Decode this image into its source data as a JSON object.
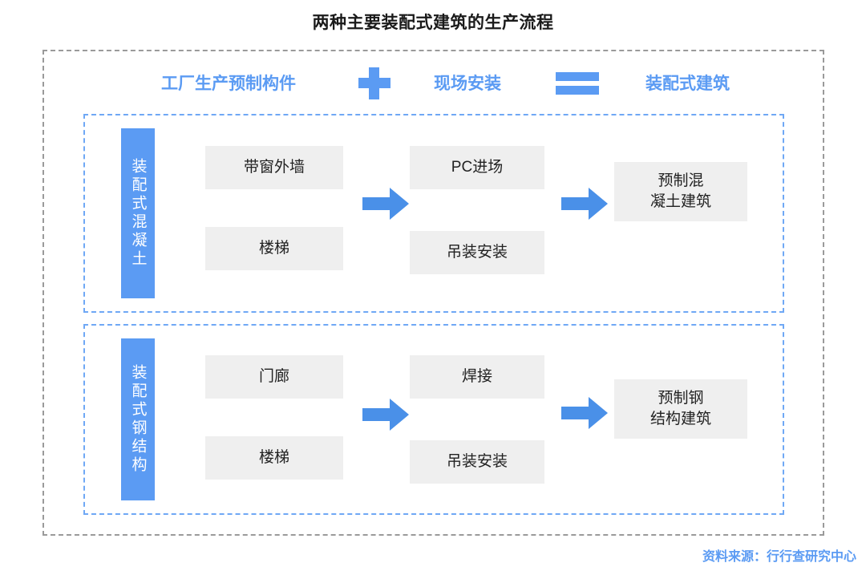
{
  "title": "两种主要装配式建筑的生产流程",
  "header": {
    "factory": "工厂生产预制构件",
    "plus_symbol": "plus-sign",
    "onsite": "现场安装",
    "equals_symbol": "equals-sign",
    "result": "装配式建筑"
  },
  "rows": [
    {
      "label": "装配式混凝土",
      "stage1": [
        "带窗外墙",
        "楼梯"
      ],
      "stage2": [
        "PC进场",
        "吊装安装"
      ],
      "outcome": "预制混\n凝土建筑",
      "outcome_line1": "预制混",
      "outcome_line2": "凝土建筑"
    },
    {
      "label": "装配式钢结构",
      "stage1": [
        "门廊",
        "楼梯"
      ],
      "stage2": [
        "焊接",
        "吊装安装"
      ],
      "outcome": "预制钢\n结构建筑",
      "outcome_line1": "预制钢",
      "outcome_line2": "结构建筑"
    }
  ],
  "source": "资料来源：行行查研究中心",
  "colors": {
    "accent_blue": "#5b9bf3",
    "arrow_blue": "#4a90e8",
    "dashed_blue": "#6fa8f5",
    "dashed_gray": "#9a9a9a",
    "box_gray": "#efefef",
    "title_black": "#1a1a1a"
  }
}
